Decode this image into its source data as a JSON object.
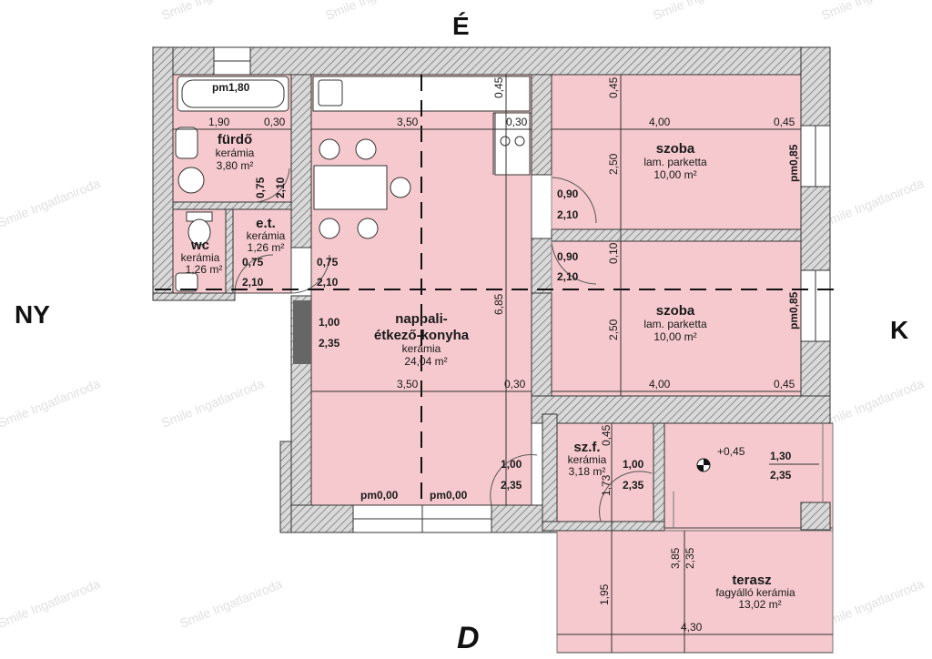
{
  "compass": {
    "north": "É",
    "south": "D",
    "east": "K",
    "west": "NY"
  },
  "watermark": "Smile Ingatlaniroda",
  "colors": {
    "room_fill": "#f5c9cd",
    "wall": "#555555",
    "dim_line": "#333333"
  },
  "rooms": {
    "furdo": {
      "name": "fürdő",
      "floor": "kerámia",
      "area": "3,80 m²"
    },
    "wc": {
      "name": "wc",
      "floor": "kerámia",
      "area": "1,26 m²"
    },
    "et": {
      "name": "e.t.",
      "floor": "kerámia",
      "area": "1,26 m²"
    },
    "nappali_line1": "nappali-",
    "nappali_line2": "étkező-konyha",
    "nappali": {
      "floor": "kerámia",
      "area": "24,04 m²"
    },
    "szoba1": {
      "name": "szoba",
      "floor": "lam. parketta",
      "area": "10,00 m²"
    },
    "szoba2": {
      "name": "szoba",
      "floor": "lam. parketta",
      "area": "10,00 m²"
    },
    "szf": {
      "name": "sz.f.",
      "floor": "kerámia",
      "area": "3,18 m²"
    },
    "terasz": {
      "name": "terasz",
      "floor": "fagyálló kerámia",
      "area": "13,02 m²"
    }
  },
  "dims": {
    "d_190": "1,90",
    "d_030a": "0,30",
    "d_350a": "3,50",
    "d_030b": "0,30",
    "d_400a": "4,00",
    "d_045a": "0,45",
    "d_045v1": "0,45",
    "d_045v2": "0,45",
    "d_250a": "2,50",
    "d_250b": "2,50",
    "d_010": "0,10",
    "d_685": "6,85",
    "d_350b": "3,50",
    "d_030c": "0,30",
    "d_400b": "4,00",
    "d_045b": "0,45",
    "d_045v3": "0,45",
    "d_173": "1,73",
    "d_385": "3,85",
    "d_235v": "2,35",
    "d_195": "1,95",
    "d_430": "4,30"
  },
  "doors": [
    {
      "w": "0,75",
      "h": "2,10"
    },
    {
      "w": "0,75",
      "h": "2,10"
    },
    {
      "w": "0,75",
      "h": "2,10"
    },
    {
      "w": "0,90",
      "h": "2,10"
    },
    {
      "w": "0,90",
      "h": "2,10"
    },
    {
      "w": "1,00",
      "h": "2,35"
    },
    {
      "w": "1,00",
      "h": "2,35"
    },
    {
      "w": "1,00",
      "h": "2,35"
    },
    {
      "w": "1,30",
      "h": "2,35"
    }
  ],
  "windows": {
    "pm180": "pm1,80",
    "pm085a": "pm0,85",
    "pm085b": "pm0,85",
    "pm000a": "pm0,00",
    "pm000b": "pm0,00"
  },
  "level": "+0,45"
}
